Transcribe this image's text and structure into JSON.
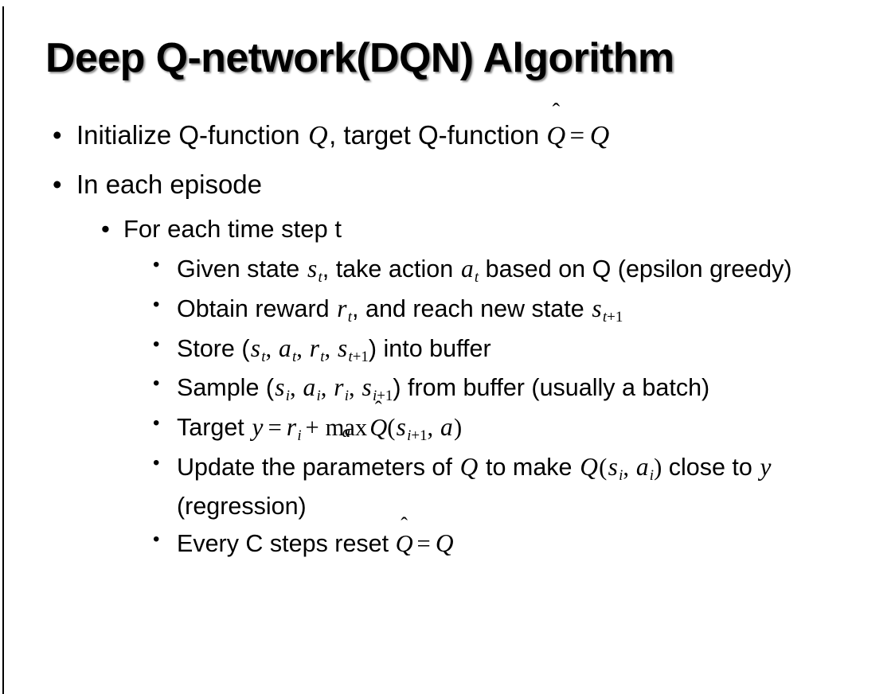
{
  "slide": {
    "title": "Deep Q-network(DQN) Algorithm",
    "bullet_glyph": "•",
    "background_color": "#ffffff",
    "text_color": "#000000",
    "rule_color": "#000000"
  },
  "content": [
    {
      "level": 1,
      "id": "initialize",
      "text_plain": "Initialize Q-function Q, target Q-function Q̂ = Q",
      "parts": {
        "p1": "Initialize Q-function ",
        "var_q1": "Q",
        "p2": ", target Q-function ",
        "hat_q": "Q",
        "hat_accent": "̂",
        "eq": "=",
        "var_q2": "Q"
      }
    },
    {
      "level": 1,
      "id": "in-each-episode",
      "text_plain": "In each episode",
      "parts": {
        "p1": "In each episode"
      }
    },
    {
      "level": 2,
      "id": "for-each-time-step",
      "text_plain": "For each time step t",
      "parts": {
        "p1": "For each time step t"
      }
    },
    {
      "level": 3,
      "id": "given-state",
      "text_plain": "Given state s_t, take action a_t based on Q (epsilon greedy)",
      "parts": {
        "p1": "Given state ",
        "var_s": "s",
        "sub_s": "t",
        "p2": ", take action ",
        "var_a": "a",
        "sub_a": "t",
        "p3": " based on Q (epsilon greedy)"
      }
    },
    {
      "level": 3,
      "id": "obtain-reward",
      "text_plain": "Obtain reward r_t, and reach new state s_t+1",
      "parts": {
        "p1": "Obtain reward ",
        "var_r": "r",
        "sub_r": "t",
        "p2": ", and reach new state ",
        "var_s": "s",
        "sub_s_var": "t",
        "sub_s_rest": "+1"
      }
    },
    {
      "level": 3,
      "id": "store-into-buffer",
      "text_plain": "Store (s_t, a_t, r_t, s_t+1) into buffer",
      "parts": {
        "p1": "Store (",
        "var_s1": "s",
        "sub_s1": "t",
        "c1": ", ",
        "var_a": "a",
        "sub_a": "t",
        "c2": ", ",
        "var_r": "r",
        "sub_r": "t",
        "c3": ", ",
        "var_s2": "s",
        "sub_s2_var": "t",
        "sub_s2_rest": "+1",
        "p2": ") into buffer"
      }
    },
    {
      "level": 3,
      "id": "sample-from-buffer",
      "text_plain": "Sample (s_i, a_i, r_i, s_i+1) from buffer (usually a batch)",
      "parts": {
        "p1": "Sample (",
        "var_s1": "s",
        "sub_s1": "i",
        "c1": ", ",
        "var_a": "a",
        "sub_a": "i",
        "c2": ", ",
        "var_r": "r",
        "sub_r": "i",
        "c3": ", ",
        "var_s2": "s",
        "sub_s2_var": "i",
        "sub_s2_rest": "+1",
        "p2": ") from buffer (usually a batch)"
      }
    },
    {
      "level": 3,
      "id": "target",
      "text_plain": "Target y = r_i + max_a Q̂(s_i+1, a)",
      "parts": {
        "p1": "Target ",
        "var_y": "y",
        "eq": "=",
        "var_r": "r",
        "sub_r": "i",
        "plus": "+",
        "max_op": "max",
        "max_limit": "a",
        "hat_q": "Q",
        "hat_accent": "̂",
        "paren_open": "(",
        "var_s": "s",
        "sub_s_var": "i",
        "sub_s_rest": "+1",
        "comma": ", ",
        "var_a": "a",
        "paren_close": ")"
      }
    },
    {
      "level": 3,
      "id": "update-parameters",
      "text_plain": "Update the parameters of Q to make Q(s_i, a_i) close to y (regression)",
      "parts": {
        "p1": "Update the parameters of ",
        "var_q1": "Q",
        "p2": " to make ",
        "var_q2": "Q",
        "paren_open": "(",
        "var_s": "s",
        "sub_s": "i",
        "comma": ", ",
        "var_a": "a",
        "sub_a": "i",
        "paren_close": ")",
        "p3": " close to ",
        "var_y": "y",
        "p4": " (regression)"
      }
    },
    {
      "level": 3,
      "id": "every-c-steps",
      "text_plain": "Every C steps reset Q̂ = Q",
      "parts": {
        "p1": "Every C steps reset ",
        "hat_q": "Q",
        "hat_accent": "̂",
        "eq": "=",
        "var_q": "Q"
      }
    }
  ]
}
